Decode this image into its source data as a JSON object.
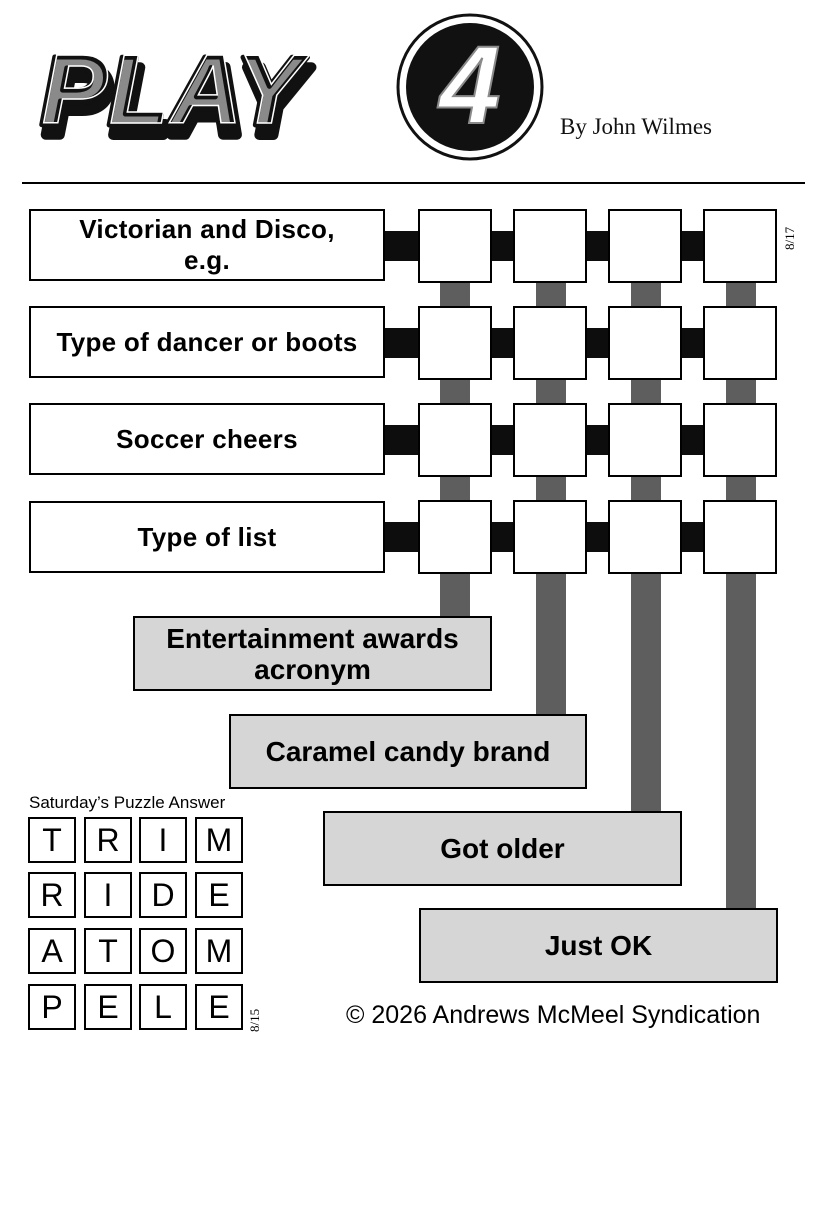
{
  "header": {
    "logo_text": "PLAY",
    "logo_numeral": "4",
    "byline": "By John Wilmes"
  },
  "puzzle": {
    "date": "8/17",
    "clues": [
      "Victorian and Disco, e.g.",
      "Type of dancer or boots",
      "Soccer cheers",
      "Type of list"
    ],
    "answer_clues": [
      "Entertainment awards acronym",
      "Caramel candy brand",
      "Got older",
      "Just OK"
    ]
  },
  "previous_answer": {
    "title": "Saturday’s Puzzle Answer",
    "date": "8/15",
    "rows": [
      [
        "T",
        "R",
        "I",
        "M"
      ],
      [
        "R",
        "I",
        "D",
        "E"
      ],
      [
        "A",
        "T",
        "O",
        "M"
      ],
      [
        "P",
        "E",
        "L",
        "E"
      ]
    ]
  },
  "footer": {
    "copyright": "© 2026 Andrews McMeel Syndication"
  },
  "colors": {
    "connector_dark": "#0d0d0d",
    "connector_gray": "#5e5e5e",
    "answer_box_fill": "#d6d6d6",
    "logo_gray": "#8a8a8a"
  }
}
